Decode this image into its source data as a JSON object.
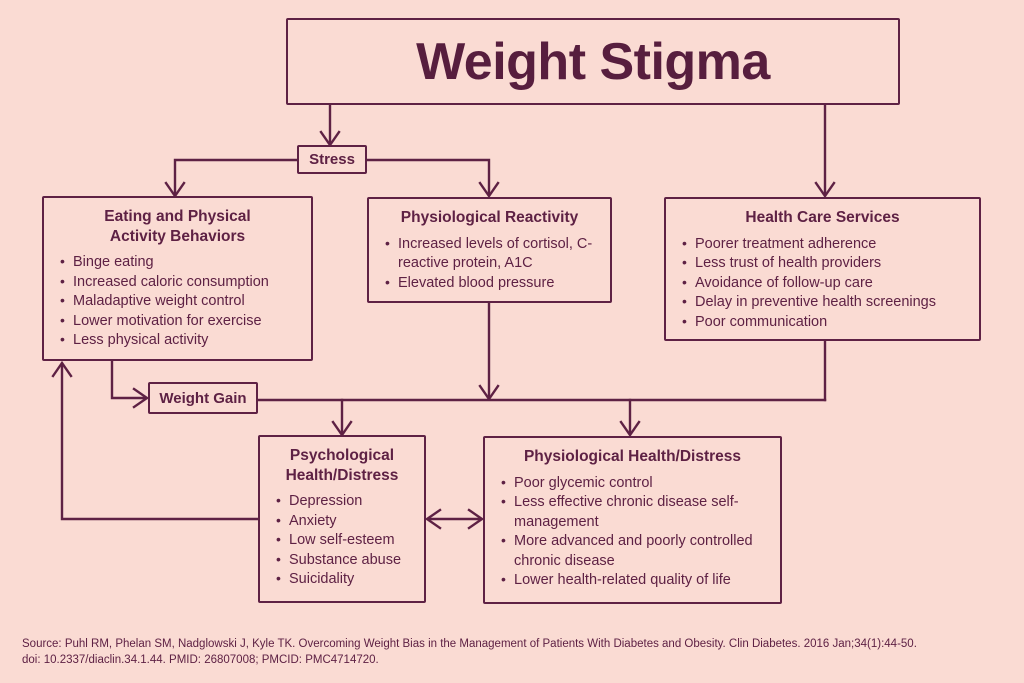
{
  "palette": {
    "background": "#fadbd3",
    "line": "#5e2144",
    "text": "#5e2144",
    "title": "#571e3e"
  },
  "title_box": {
    "label": "Weight Stigma"
  },
  "stress_box": {
    "label": "Stress"
  },
  "weight_gain_box": {
    "label": "Weight Gain"
  },
  "eating_box": {
    "title": "Eating and Physical Activity Behaviors",
    "bullets": [
      "Binge eating",
      "Increased caloric consumption",
      "Maladaptive weight control",
      "Lower motivation for exercise",
      "Less physical activity"
    ]
  },
  "physiological_reactivity_box": {
    "title": "Physiological Reactivity",
    "bullets": [
      "Increased levels of cortisol, C-reactive protein, A1C",
      "Elevated blood pressure"
    ]
  },
  "health_care_services_box": {
    "title": "Health Care Services",
    "bullets": [
      "Poorer treatment adherence",
      "Less trust of health providers",
      "Avoidance of follow-up care",
      "Delay in preventive health screenings",
      "Poor communication"
    ]
  },
  "psychological_box": {
    "title": "Psychological Health/Distress",
    "bullets": [
      "Depression",
      "Anxiety",
      "Low self-esteem",
      "Substance abuse",
      "Suicidality"
    ]
  },
  "physiological_health_box": {
    "title": "Physiological Health/Distress",
    "bullets": [
      "Poor glycemic control",
      "Less effective chronic disease self-management",
      "More advanced and poorly controlled chronic disease",
      "Lower health-related quality of life"
    ]
  },
  "source": {
    "line1": "Source: Puhl RM, Phelan SM, Nadglowski J, Kyle TK. Overcoming Weight Bias in the Management of Patients With Diabetes and Obesity. Clin Diabetes. 2016 Jan;34(1):44-50.",
    "line2": "doi: 10.2337/diaclin.34.1.44. PMID: 26807008; PMCID: PMC4714720."
  }
}
